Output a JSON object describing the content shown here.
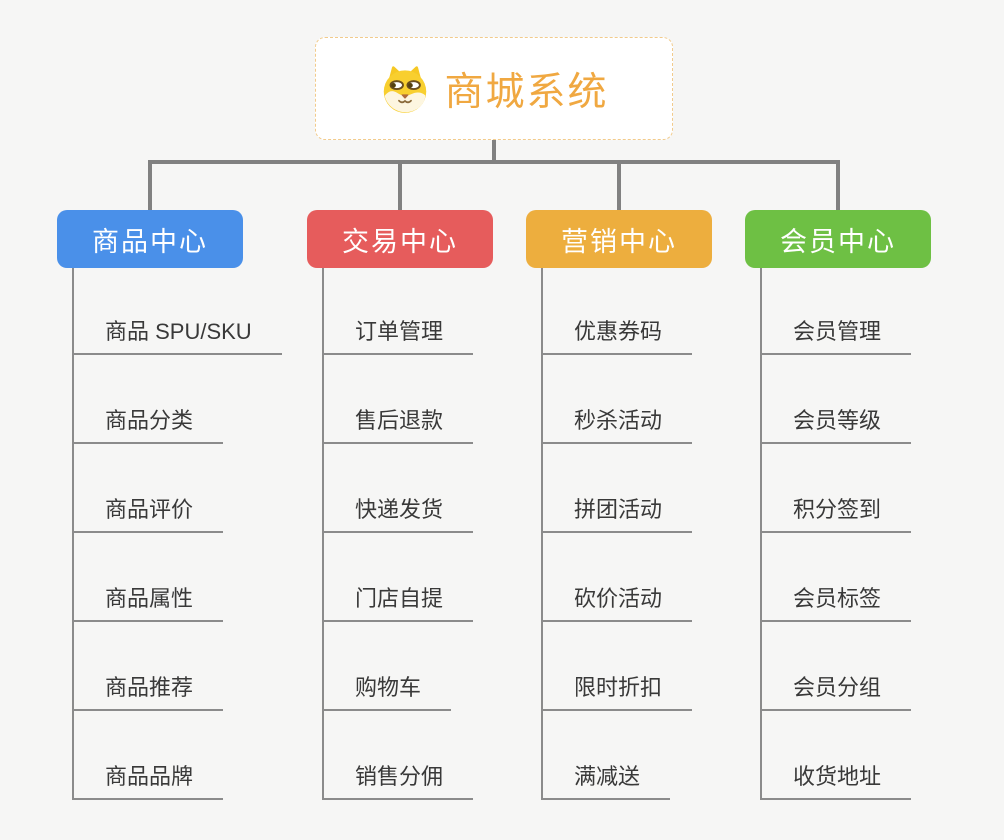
{
  "background_color": "#f6f6f5",
  "connector_color": "#818181",
  "root": {
    "title": "商城系统",
    "icon": "dog-face-icon",
    "title_color": "#f0a841",
    "border_color": "#f2cb8c"
  },
  "branches": [
    {
      "label": "商品中心",
      "color": "#4a90e9",
      "children": [
        "商品 SPU/SKU",
        "商品分类",
        "商品评价",
        "商品属性",
        "商品推荐",
        "商品品牌"
      ]
    },
    {
      "label": "交易中心",
      "color": "#e65c5c",
      "children": [
        "订单管理",
        "售后退款",
        "快递发货",
        "门店自提",
        "购物车",
        "销售分佣"
      ]
    },
    {
      "label": "营销中心",
      "color": "#edae3e",
      "children": [
        "优惠券码",
        "秒杀活动",
        "拼团活动",
        "砍价活动",
        "限时折扣",
        "满减送"
      ]
    },
    {
      "label": "会员中心",
      "color": "#6ec044",
      "children": [
        "会员管理",
        "会员等级",
        "积分签到",
        "会员标签",
        "会员分组",
        "收货地址"
      ]
    }
  ]
}
